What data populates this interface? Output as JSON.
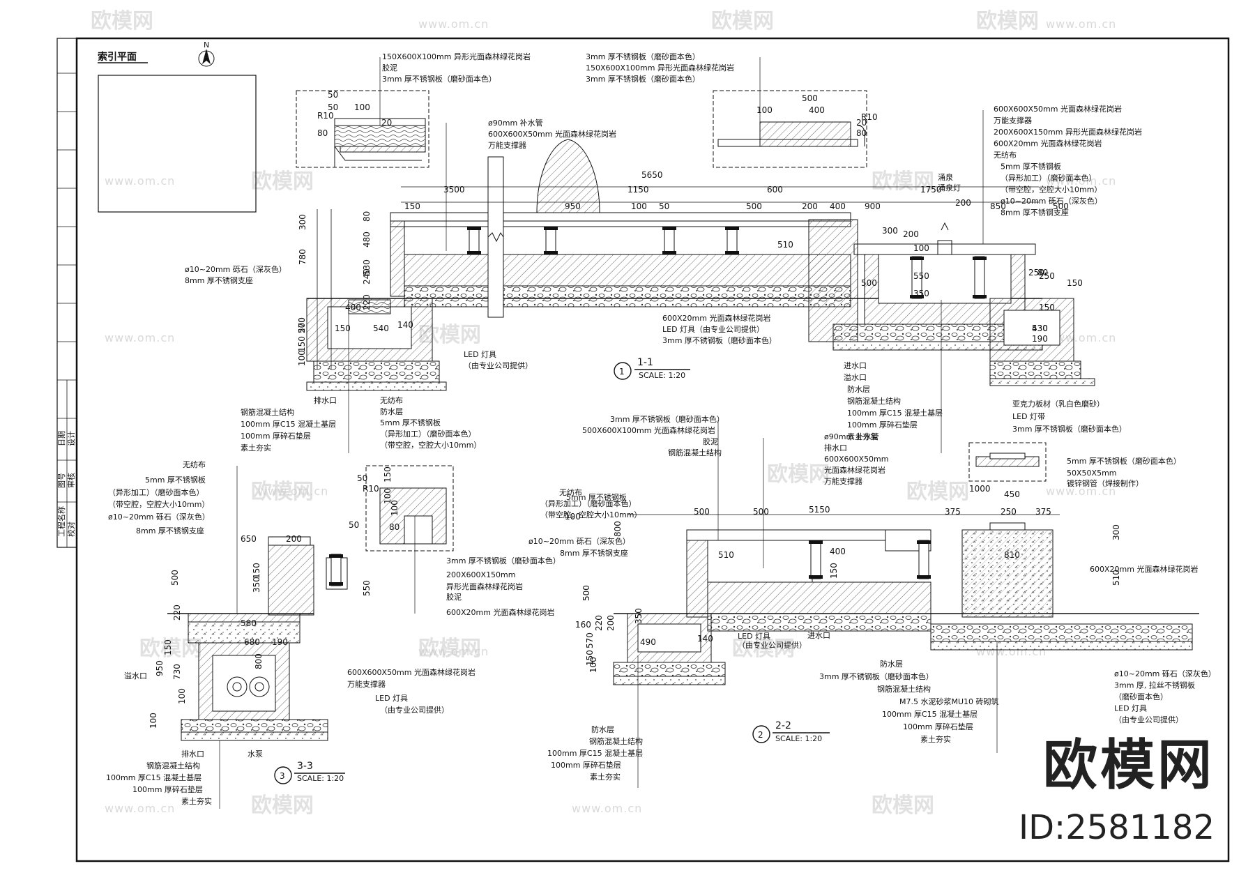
{
  "index_plan": {
    "title": "索引平面",
    "north": "N"
  },
  "watermark": {
    "logo": "欧模网",
    "url": "www.om.cn",
    "url_cut": "om.cn"
  },
  "brand": {
    "name": "欧模网",
    "id": "ID:2581182"
  },
  "title_block": {
    "cells": [
      "工程名称",
      "图号",
      "日期",
      "校对",
      "审核",
      "设计"
    ]
  },
  "section_1": {
    "no": "1",
    "title": "1-1",
    "scale": "SCALE: 1:20",
    "top_labels_left": [
      "150X600X100mm 异形光面森林绿花岗岩",
      "胶泥",
      "3mm 厚不锈钢板（磨砂面本色）"
    ],
    "top_labels_mid": [
      "3mm 厚不锈钢板（磨砂面本色）",
      "150X600X100mm 异形光面森林绿花岗岩",
      "3mm 厚不锈钢板（磨砂面本色）"
    ],
    "pipe_labels": [
      "ø90mm 补水管",
      "600X600X50mm 光面森林绿花岗岩",
      "万能支撑器"
    ],
    "right_labels": [
      "600X600X50mm 光面森林绿花岗岩",
      "万能支撑器",
      "200X600X150mm 异形光面森林绿花岗岩",
      "600X20mm 光面森林绿花岗岩",
      "无纺布",
      "5mm 厚不锈钢板",
      "（异形加工）（磨砂面本色）",
      "（带空腔，空腔大小10mm）",
      "ø10~20mm 砾石（深灰色）",
      "8mm 厚不锈钢支座"
    ],
    "left_labels": [
      "ø10~20mm 砾石（深灰色）",
      "8mm 厚不锈钢支座"
    ],
    "bottom_mid_labels": [
      "600X20mm 光面森林绿花岗岩",
      "LED 灯具（由专业公司提供）",
      "3mm 厚不锈钢板（磨砂面本色）"
    ],
    "bottom_right_labels": [
      "进水口",
      "溢水口",
      "防水层",
      "钢筋混凝土结构",
      "100mm 厚C15 混凝土基层",
      "100mm 厚碎石垫层",
      "素土夯实"
    ],
    "bottom_left_labels": [
      "排水口",
      "钢筋混凝土结构",
      "100mm 厚C15 混凝土基层",
      "100mm 厚碎石垫层",
      "素土夯实"
    ],
    "bottom_left2_labels": [
      "无纺布",
      "防水层",
      "5mm 厚不锈钢板",
      "（异形加工）（磨砂面本色）",
      "（带空腔，空腔大小10mm）"
    ],
    "led_label": [
      "LED 灯具",
      "（由专业公司提供）"
    ],
    "spring_labels": [
      "涌泉",
      "涌泉灯"
    ],
    "dims_top": [
      "5650",
      "3500",
      "1150",
      "600",
      "1750",
      "900",
      "850",
      "500",
      "150",
      "950",
      "100",
      "50",
      "500",
      "400",
      "200"
    ],
    "dims_left": [
      "780",
      "300",
      "80",
      "480",
      "240",
      "530",
      "220",
      "570",
      "200",
      "150",
      "100"
    ],
    "dims_misc": [
      "400",
      "540",
      "140",
      "150",
      "510",
      "300",
      "200",
      "100",
      "150",
      "430",
      "530",
      "190",
      "550",
      "350",
      "500",
      "250",
      "250",
      "150",
      "80",
      "200"
    ]
  },
  "detail_a": {
    "dims": [
      "50",
      "50",
      "100",
      "R10",
      "80",
      "20"
    ]
  },
  "detail_b": {
    "dims": [
      "500",
      "100",
      "400",
      "R10",
      "80",
      "20"
    ]
  },
  "section_2": {
    "no": "2",
    "title": "2-2",
    "scale": "SCALE: 1:20",
    "top_labels": [
      "3mm 厚不锈钢板（磨砂面本色）",
      "500X600X100mm 光面森林绿花岗岩",
      "胶泥",
      "钢筋混凝土结构"
    ],
    "pipe_labels": [
      "ø90mm 补水管",
      "排水口",
      "600X600X50mm",
      "光面森林绿花岗岩",
      "万能支撑器"
    ],
    "left_labels": [
      "无纺布",
      "5mm 厚不锈钢板",
      "（异形加工）（磨砂面本色）",
      "（带空腔，空腔大小10mm）",
      "ø10~20mm 砾石（深灰色）",
      "8mm 厚不锈钢支座"
    ],
    "light_detail": [
      "亚克力板材（乳白色磨砂）",
      "LED 灯带",
      "3mm 厚不锈钢板（磨砂面本色）"
    ],
    "right_labels": [
      "5mm 厚不锈钢板（磨砂面本色）",
      "50X50X5mm",
      "镀锌钢管（焊接制作）",
      "600X20mm 光面森林绿花岗岩"
    ],
    "bottom_labels": [
      "防水层",
      "钢筋混凝土结构",
      "100mm 厚C15 混凝土基层",
      "100mm 厚碎石垫层",
      "素土夯实"
    ],
    "bottom_mid_labels": [
      "防水层",
      "3mm 厚不锈钢板（磨砂面本色）",
      "钢筋混凝土结构",
      "M7.5 水泥砂浆MU10 砖砌筑",
      "100mm 厚C15 混凝土基层",
      "100mm 厚碎石垫层",
      "素土夯实"
    ],
    "bottom_right_labels": [
      "ø10~20mm 砾石（深灰色）",
      "3mm 厚, 拉丝不锈钢板",
      "（磨砂面本色）",
      "LED 灯具",
      "（由专业公司提供）"
    ],
    "led_label": [
      "LED 灯具",
      "（由专业公司提供）"
    ],
    "inlet": "进水口",
    "dims": [
      "5150",
      "500",
      "500",
      "375",
      "250",
      "375",
      "1000",
      "450",
      "810",
      "510",
      "400",
      "150",
      "300",
      "510",
      "800",
      "100",
      "350",
      "490",
      "140",
      "570",
      "200",
      "150",
      "100",
      "220",
      "500",
      "160"
    ]
  },
  "section_3": {
    "no": "3",
    "title": "3-3",
    "scale": "SCALE: 1:20",
    "left_labels": [
      "无纺布",
      "5mm 厚不锈钢板",
      "（异形加工）（磨砂面本色）",
      "（带空腔，空腔大小10mm）",
      "ø10~20mm 砾石（深灰色）",
      "8mm 厚不锈钢支座"
    ],
    "right_labels": [
      "3mm 厚不锈钢板（磨砂面本色）",
      "200X600X150mm",
      "异形光面森林绿花岗岩",
      "胶泥",
      "600X20mm 光面森林绿花岗岩"
    ],
    "pump_labels": [
      "600X600X50mm 光面森林绿花岗岩",
      "万能支撑器",
      "LED 灯具",
      "（由专业公司提供）"
    ],
    "bottom_labels": [
      "排水口",
      "钢筋混凝土结构",
      "100mm 厚C15 混凝土基层",
      "100mm 厚碎石垫层",
      "素土夯实"
    ],
    "side_labels": [
      "溢水口",
      "水泵"
    ],
    "dims": [
      "650",
      "200",
      "500",
      "150",
      "350",
      "550",
      "580",
      "680",
      "190",
      "150",
      "950",
      "800",
      "730",
      "100",
      "100",
      "220",
      "50",
      "150",
      "100",
      "100",
      "80",
      "R10",
      "50"
    ]
  }
}
